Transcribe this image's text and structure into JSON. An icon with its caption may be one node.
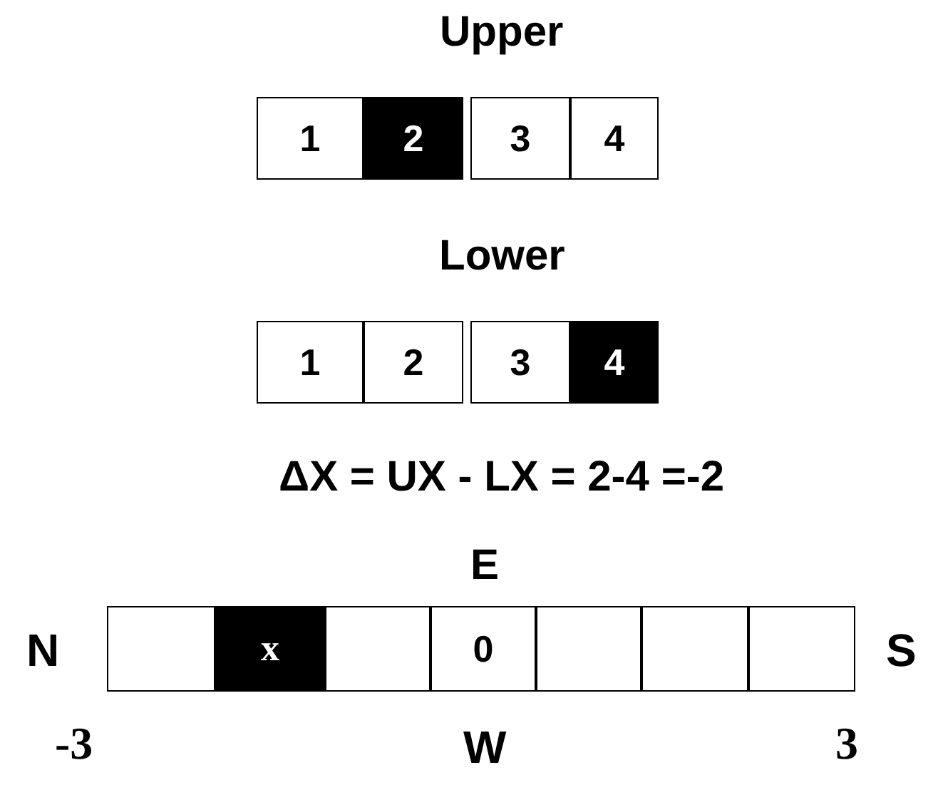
{
  "diagram": {
    "nodes": [
      {
        "text": [
          "1"
        ]
      },
      {
        "text": [
          "2"
        ]
      },
      {
        "text": [
          "3"
        ]
      },
      {
        "text": [
          "4"
        ]
      },
      {
        "text": [
          "1"
        ]
      },
      {
        "text": [
          "2"
        ]
      },
      {
        "text": [
          "3"
        ]
      },
      {
        "text": [
          "4"
        ]
      },
      {
        "text": [],
        "shape": "box"
      },
      {
        "text": [
          "x"
        ]
      },
      {
        "text": [],
        "shape": "box"
      },
      {
        "text": [
          "0"
        ]
      },
      {
        "text": [],
        "shape": "box"
      },
      {
        "text": [],
        "shape": "box"
      },
      {
        "text": [],
        "shape": "box"
      }
    ],
    "labels": [
      "Upper",
      "Lower",
      "ΔX = UX - LX = 2-4 =-2",
      "E",
      "N",
      "S",
      "-3",
      "W",
      "3"
    ]
  }
}
